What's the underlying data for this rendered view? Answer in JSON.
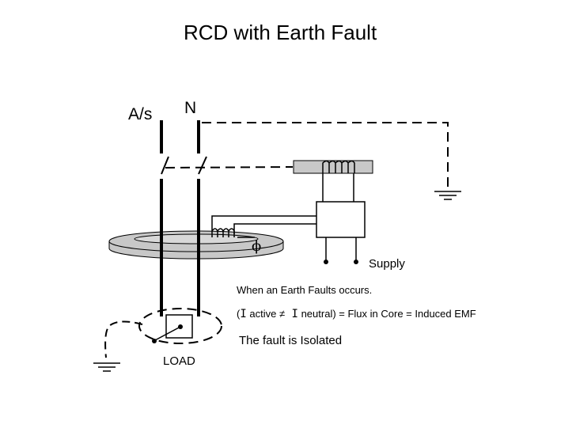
{
  "title": "RCD with Earth Fault",
  "labels": {
    "active": "A/s",
    "neutral": "N",
    "supply": "Supply",
    "load": "LOAD",
    "flux_symbol": "ϕ"
  },
  "notes": {
    "line1": "When an Earth Faults occurs.",
    "line2_open": "(",
    "line2_i1": "I",
    "line2_mid1": " active ",
    "line2_neq": "≠",
    "line2_i2": " I",
    "line2_mid2": " neutral) = Flux in Core = Induced EMF",
    "line3": "The fault is Isolated"
  },
  "colors": {
    "line": "#000000",
    "toroid_fill": "#c8c8c8",
    "coil_housing_fill": "#c8c8c8",
    "background": "#ffffff"
  }
}
